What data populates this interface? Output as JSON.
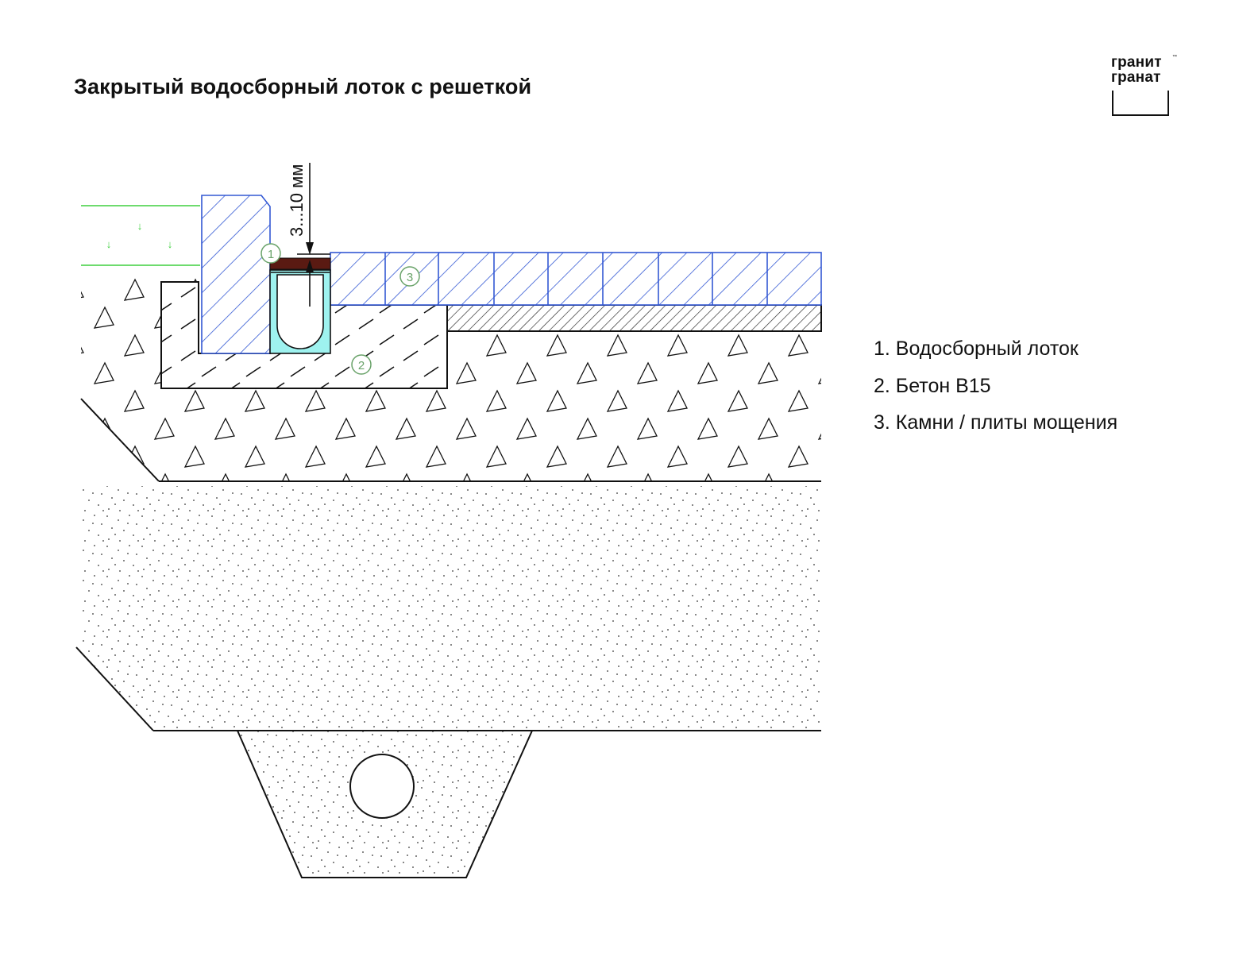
{
  "title": "Закрытый водосборный лоток с решеткой",
  "logo": {
    "line1": "гранит",
    "line2": "гранат",
    "trademark": "™"
  },
  "dimension_label": "3...10 мм",
  "callouts": [
    "1",
    "2",
    "3"
  ],
  "legend": [
    "1. Водосборный лоток",
    "2. Бетон B15",
    "3. Камни / плиты мощения"
  ],
  "colors": {
    "hatch_blue": "#3358d4",
    "grass_green": "#3ecf3e",
    "channel_cyan": "#9ef2ef",
    "grate_brown": "#5a1a12",
    "callout_green": "#6aa36a",
    "line": "#111111"
  }
}
